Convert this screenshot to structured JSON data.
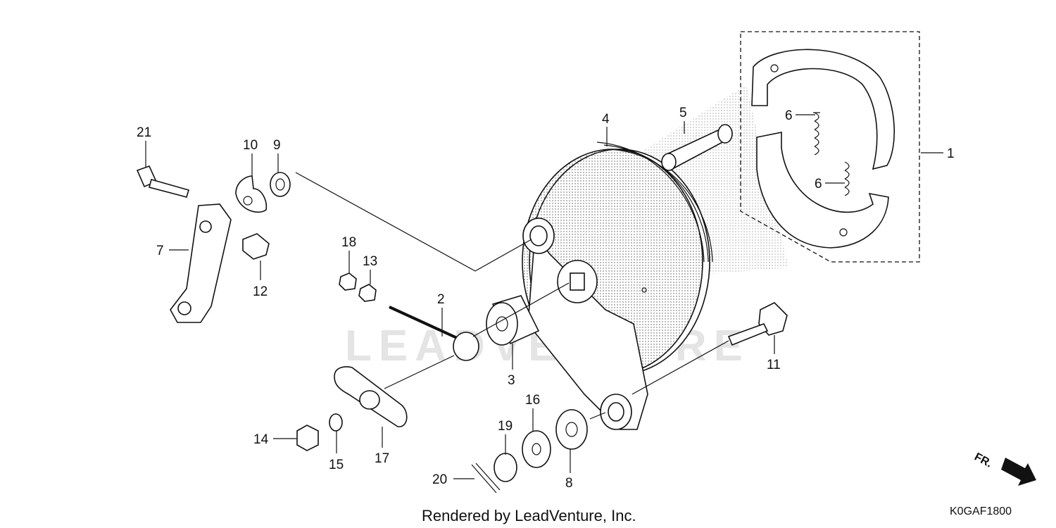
{
  "diagram": {
    "footer": "Rendered by LeadVenture, Inc.",
    "diagram_code": "K0GAF1800",
    "direction_label": "FR.",
    "watermark": "LEADVENTURE",
    "callouts": [
      {
        "id": "1",
        "label": "1"
      },
      {
        "id": "2",
        "label": "2"
      },
      {
        "id": "3",
        "label": "3"
      },
      {
        "id": "4",
        "label": "4"
      },
      {
        "id": "5",
        "label": "5"
      },
      {
        "id": "6a",
        "label": "6"
      },
      {
        "id": "6b",
        "label": "6"
      },
      {
        "id": "7",
        "label": "7"
      },
      {
        "id": "8",
        "label": "8"
      },
      {
        "id": "9",
        "label": "9"
      },
      {
        "id": "10",
        "label": "10"
      },
      {
        "id": "11",
        "label": "11"
      },
      {
        "id": "12",
        "label": "12"
      },
      {
        "id": "13",
        "label": "13"
      },
      {
        "id": "14",
        "label": "14"
      },
      {
        "id": "15",
        "label": "15"
      },
      {
        "id": "16",
        "label": "16"
      },
      {
        "id": "17",
        "label": "17"
      },
      {
        "id": "18",
        "label": "18"
      },
      {
        "id": "19",
        "label": "19"
      },
      {
        "id": "20",
        "label": "20"
      },
      {
        "id": "21",
        "label": "21"
      }
    ]
  }
}
